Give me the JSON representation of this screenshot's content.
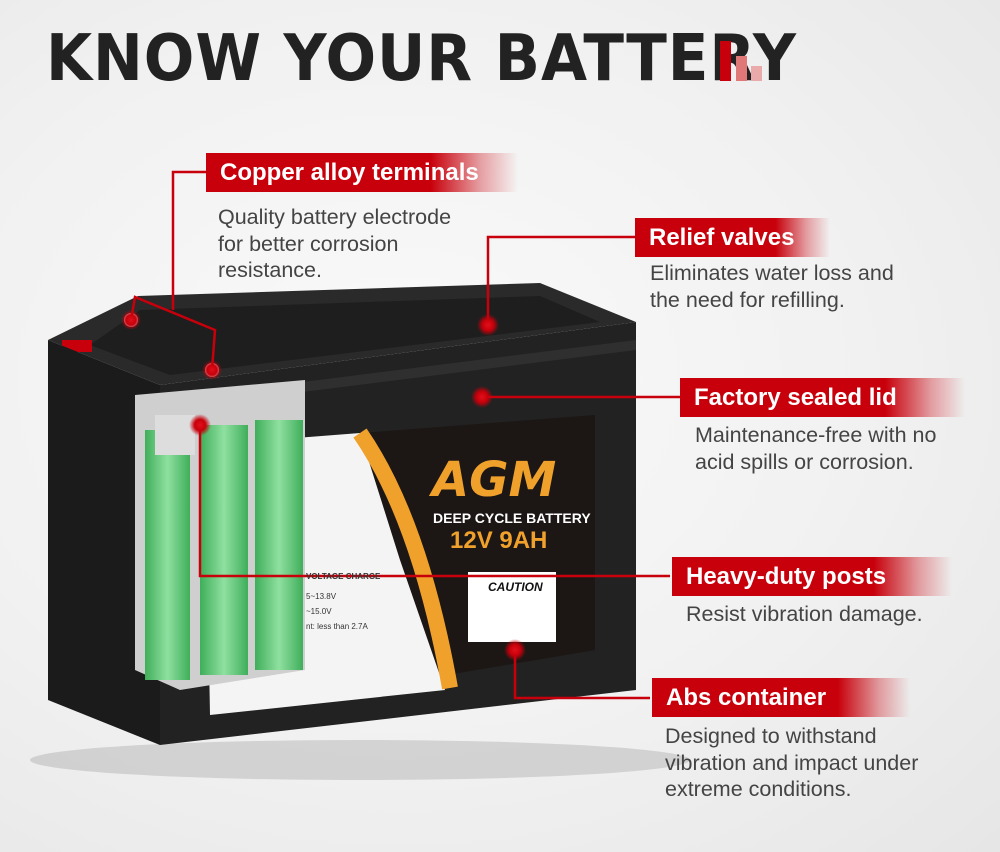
{
  "title": "KNOW YOUR BATTERY",
  "colors": {
    "accent": "#c8000b",
    "title": "#222222",
    "label_orange": "#f0a12b"
  },
  "battery_label": {
    "type": "AGM",
    "subtitle": "DEEP CYCLE BATTERY",
    "rating": "12V 9AH",
    "caution": "CAUTION",
    "charge_heading": "VOLTAGE CHARGE",
    "charge_lines": [
      "5~13.8V",
      "~15.0V",
      "nt: less than 2.7A"
    ]
  },
  "features": [
    {
      "title": "Copper alloy terminals",
      "description": [
        "Quality battery electrode",
        "for better corrosion",
        "resistance."
      ]
    },
    {
      "title": "Relief valves",
      "description": [
        "Eliminates water loss and",
        "the need for refilling."
      ]
    },
    {
      "title": "Factory sealed lid",
      "description": [
        "Maintenance-free with no",
        "acid spills or corrosion."
      ]
    },
    {
      "title": "Heavy-duty posts",
      "description": [
        "Resist vibration damage."
      ]
    },
    {
      "title": "Abs container",
      "description": [
        "Designed to withstand",
        "vibration and impact under",
        "extreme conditions."
      ]
    }
  ]
}
